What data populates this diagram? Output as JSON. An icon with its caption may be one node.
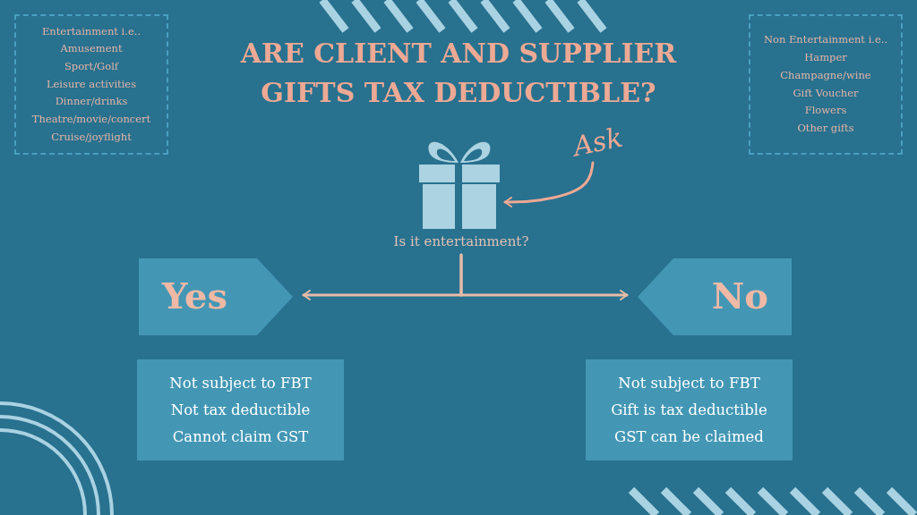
{
  "diagram": {
    "title": "ARE CLIENT AND SUPPLIER GIFTS TAX DEDUCTIBLE?",
    "nodes": [
      {
        "text": [
          "Entertainment i.e..",
          "Amusement",
          "Sport/Golf",
          "Leisure activities",
          "Dinner/drinks",
          "Theatre/movie/concert",
          "Cruise/joyflight"
        ]
      },
      {
        "text": [
          "Non Entertainment i.e..",
          "Hamper",
          "Champagne/wine",
          "Gift Voucher",
          "Flowers",
          "Other gifts"
        ]
      },
      {
        "text": [
          "Ask"
        ]
      },
      {
        "text": [],
        "shape": "picture"
      },
      {
        "text": [
          "Is it entertainment?"
        ]
      },
      {
        "text": [
          "Yes"
        ]
      },
      {
        "text": [
          "No"
        ]
      },
      {
        "text": [
          "Not subject to FBT",
          "Not tax deductible",
          "Cannot claim GST"
        ]
      },
      {
        "text": [
          "Not subject to FBT",
          "Gift is tax deductible",
          "GST can be claimed"
        ]
      }
    ],
    "edges": [
      {
        "from": 2,
        "to": 3,
        "arrow": "to",
        "color": "#eda994"
      },
      {
        "from": 4,
        "to": 5,
        "arrow": "to"
      },
      {
        "from": 4,
        "to": 6,
        "arrow": "to"
      }
    ]
  }
}
